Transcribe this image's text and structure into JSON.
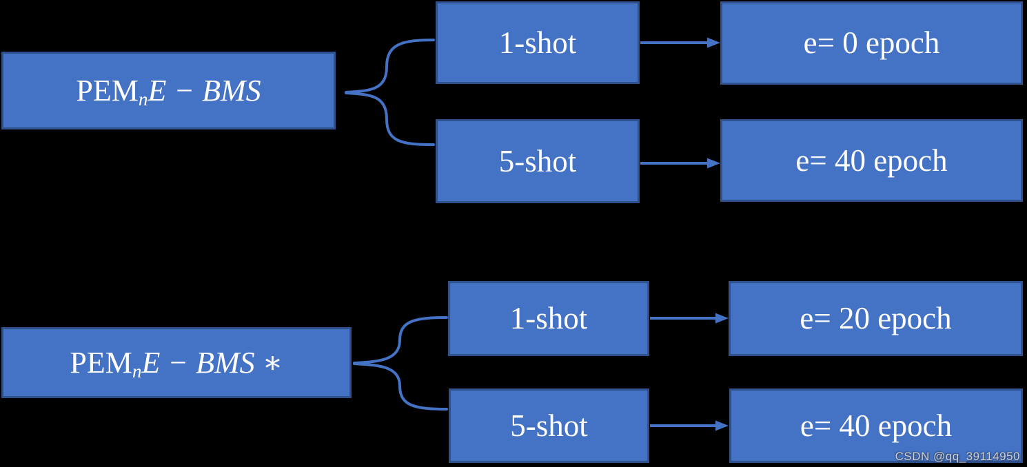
{
  "colors": {
    "background": "#000000",
    "box_fill": "#4472C4",
    "box_border": "#2F528F",
    "connector": "#4472C4",
    "text": "#FFFFFF"
  },
  "groups": [
    {
      "model": {
        "base": "PEM",
        "sub": "n",
        "expr": "E − BMS",
        "star": ""
      },
      "branches": [
        {
          "shot": "1-shot",
          "epoch": "e= 0 epoch"
        },
        {
          "shot": "5-shot",
          "epoch": "e= 40 epoch"
        }
      ]
    },
    {
      "model": {
        "base": "PEM",
        "sub": "n",
        "expr": "E − BMS",
        "star": " ∗"
      },
      "branches": [
        {
          "shot": "1-shot",
          "epoch": "e= 20 epoch"
        },
        {
          "shot": "5-shot",
          "epoch": "e= 40 epoch"
        }
      ]
    }
  ],
  "watermark": "CSDN @qq_39114950"
}
